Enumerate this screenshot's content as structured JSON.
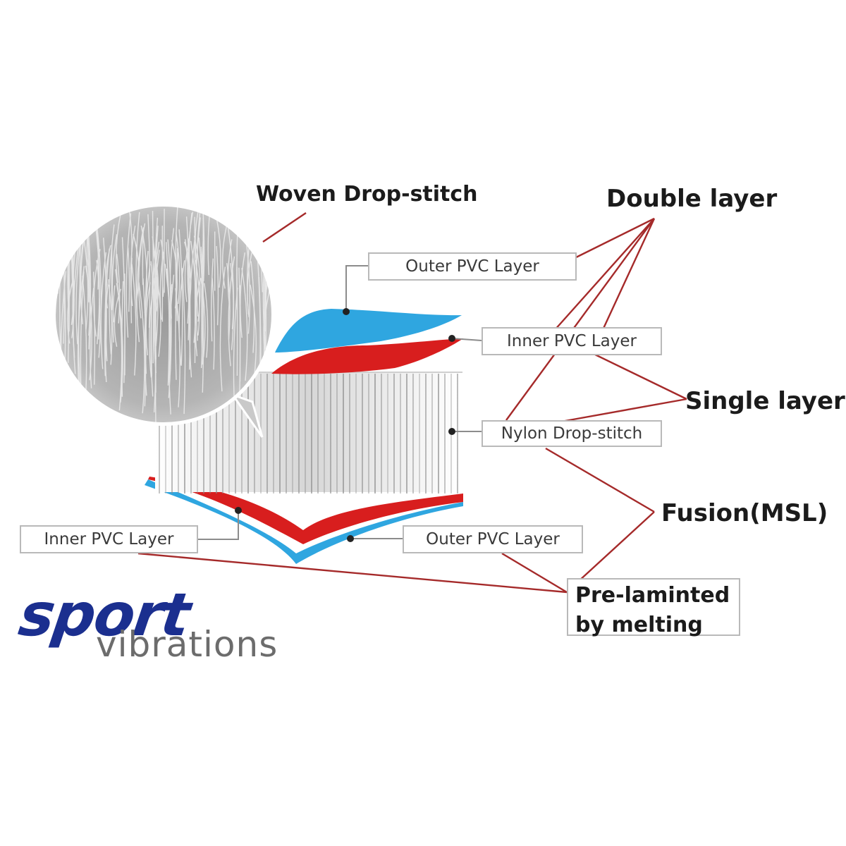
{
  "labels": {
    "woven": "Woven Drop-stitch",
    "double_layer": "Double layer",
    "single_layer": "Single layer",
    "fusion": "Fusion(MSL)",
    "pre_line1": "Pre-lamin­ted",
    "pre_line2": "by melting"
  },
  "boxes": {
    "outer_top": "Outer PVC Layer",
    "inner_top": "Inner PVC Layer",
    "nylon": "Nylon Drop-stitch",
    "inner_bottom": "Inner PVC Layer",
    "outer_bottom": "Outer PVC Layer"
  },
  "logo": {
    "brand": "sport",
    "sub": "vibrations"
  },
  "colors": {
    "outer_pvc": "#2fa6e0",
    "inner_pvc": "#d81e1e",
    "leader": "#a52a2a",
    "logo_blue": "#1b2f8f",
    "logo_gray": "#6c6c6c"
  }
}
